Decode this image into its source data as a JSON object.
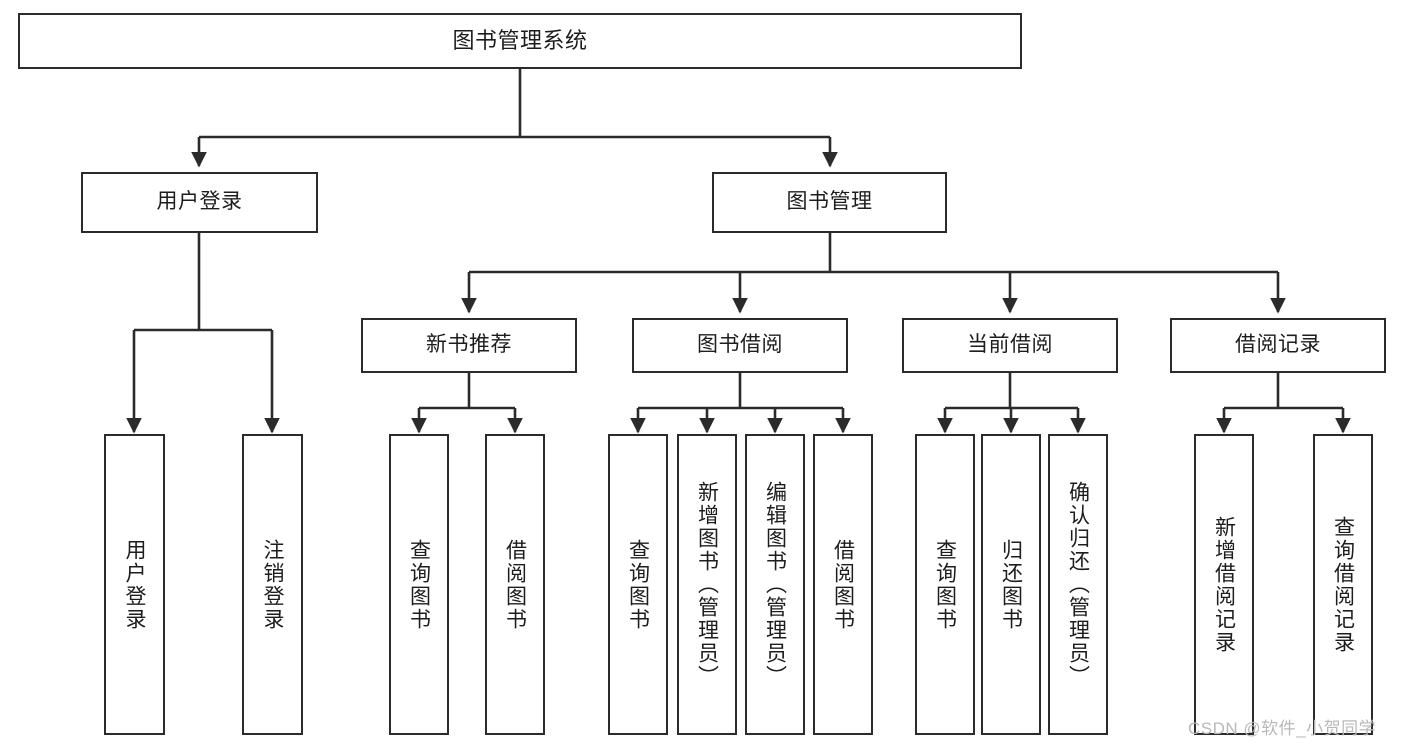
{
  "diagram": {
    "title": "图书管理系统",
    "type": "hierarchy-tree",
    "watermark": "CSDN @软件_小贺同学",
    "colors": {
      "box_border": "#2b2b2b",
      "box_fill": "#ffffff",
      "line": "#2b2b2b",
      "text": "#1d1d1d",
      "watermark": "#b9b9b9",
      "background": "#ffffff"
    },
    "levels": {
      "root": {
        "label": "图书管理系统"
      },
      "level2": [
        {
          "label": "用户登录"
        },
        {
          "label": "图书管理"
        }
      ],
      "level3": [
        {
          "label": "新书推荐"
        },
        {
          "label": "图书借阅"
        },
        {
          "label": "当前借阅"
        },
        {
          "label": "借阅记录"
        }
      ],
      "leaves": {
        "user_login": [
          {
            "label": "用户登录"
          },
          {
            "label": "注销登录"
          }
        ],
        "new_book_recommend": [
          {
            "label": "查询图书"
          },
          {
            "label": "借阅图书"
          }
        ],
        "book_borrow": [
          {
            "label": "查询图书"
          },
          {
            "label": "新增图书（管理员）"
          },
          {
            "label": "编辑图书（管理员）"
          },
          {
            "label": "借阅图书"
          }
        ],
        "current_borrow": [
          {
            "label": "查询图书"
          },
          {
            "label": "归还图书"
          },
          {
            "label": "确认归还（管理员）"
          }
        ],
        "borrow_record": [
          {
            "label": "新增借阅记录"
          },
          {
            "label": "查询借阅记录"
          }
        ]
      }
    }
  }
}
